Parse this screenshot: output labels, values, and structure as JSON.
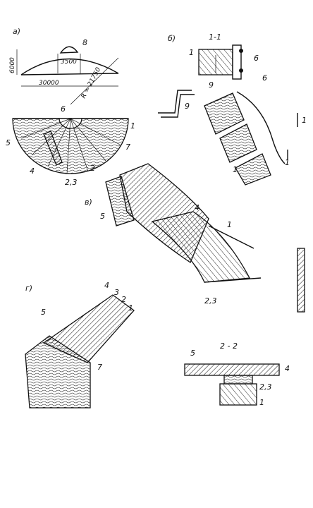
{
  "figure": {
    "panels": {
      "a": "а)",
      "b": "б)",
      "v": "в)",
      "g": "г)"
    },
    "dimensions": {
      "height": "6000",
      "span": "30000",
      "top_width": "3500",
      "radius": "R = 21750"
    },
    "sections": {
      "s11": "1-1",
      "s22": "2 - 2"
    },
    "labels": {
      "n1": "1",
      "n2": "2",
      "n4": "4",
      "n5": "5",
      "n6": "6",
      "n7": "7",
      "n8": "8",
      "n9": "9",
      "n3": "3",
      "n23": "2,3"
    }
  }
}
